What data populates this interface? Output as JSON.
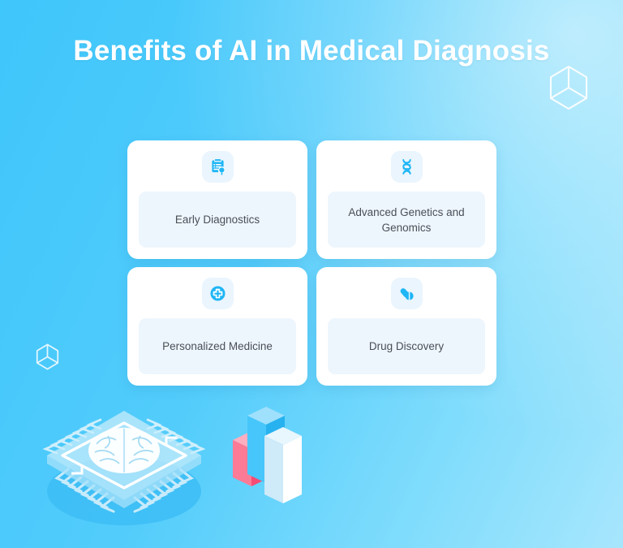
{
  "poster": {
    "title": "Benefits of AI in Medical Diagnosis",
    "background_colors": {
      "blue_left": "#3fc6fb",
      "blue_mid": "#52ccfb",
      "blue_right": "#a7e6fd"
    },
    "accent_color": "#1fb6f5",
    "card_background": "#ffffff",
    "label_background": "#eef6fd",
    "label_text_color": "#4a4f56"
  },
  "cards": [
    {
      "label": "Early Diagnostics",
      "icon": "clipboard-magnifier-icon"
    },
    {
      "label": "Advanced Genetics and Genomics",
      "icon": "dna-helix-icon"
    },
    {
      "label": "Personalized Medicine",
      "icon": "medical-cross-circle-icon"
    },
    {
      "label": "Drug Discovery",
      "icon": "pills-icon"
    }
  ],
  "decorations": {
    "cube_top_right": "wireframe-cube-icon",
    "cube_left": "wireframe-cube-icon",
    "chip": "ai-brain-chip-illustration",
    "bars": "isometric-bar-chart-illustration",
    "bar_colors": {
      "pink": "#fb7a96",
      "pink_dark": "#f54b74",
      "pink_top": "#fdaec0",
      "blue": "#46c6fa",
      "blue_dark": "#27b2ef",
      "blue_top": "#9fe0fc",
      "white": "#ffffff",
      "white_left": "#cfeaf8",
      "white_top": "#e8f6fd"
    }
  }
}
